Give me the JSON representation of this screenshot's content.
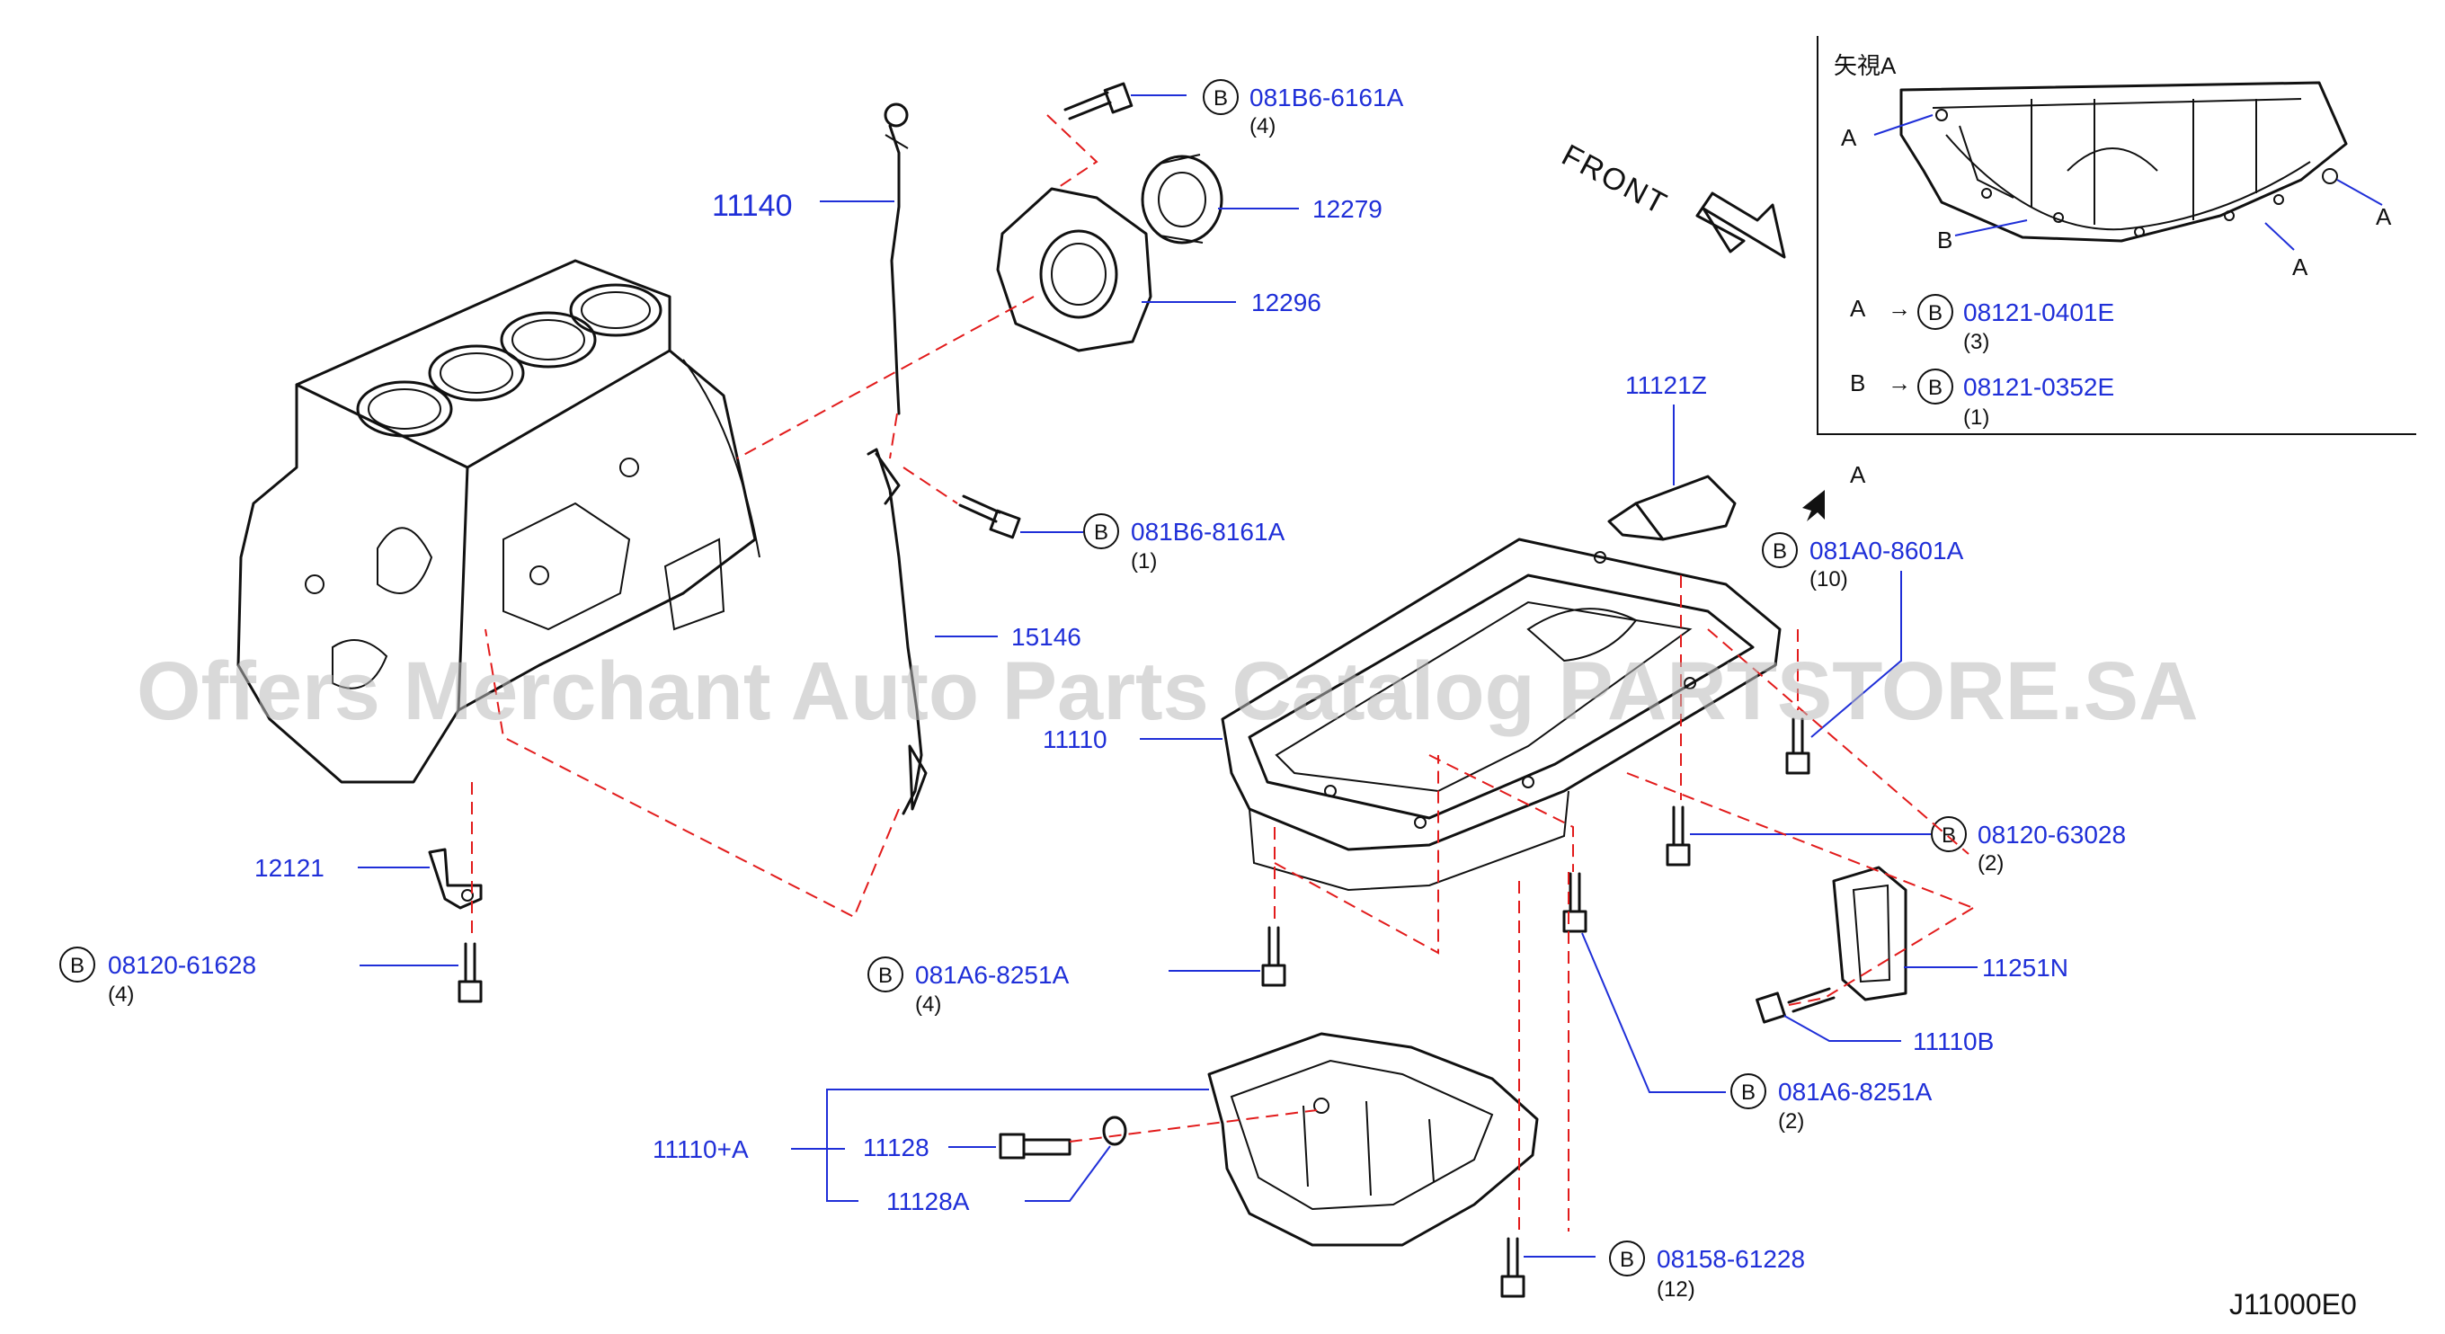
{
  "parts": {
    "p11140": "11140",
    "p12279": "12279",
    "p12296": "12296",
    "p15146": "15146",
    "p11121Z": "11121Z",
    "p11110": "11110",
    "p12121": "12121",
    "p11251N": "11251N",
    "p11110B": "11110B",
    "p11110A": "11110+A",
    "p11128": "11128",
    "p11128A": "11128A"
  },
  "bolts": [
    {
      "id": "b1",
      "letter": "B",
      "pn": "081B6-6161A",
      "qty": "(4)"
    },
    {
      "id": "b2",
      "letter": "B",
      "pn": "081B6-8161A",
      "qty": "(1)"
    },
    {
      "id": "b3",
      "letter": "B",
      "pn": "081A0-8601A",
      "qty": "(10)"
    },
    {
      "id": "b4",
      "letter": "B",
      "pn": "08120-63028",
      "qty": "(2)"
    },
    {
      "id": "b5",
      "letter": "B",
      "pn": "08120-61628",
      "qty": "(4)"
    },
    {
      "id": "b6",
      "letter": "B",
      "pn": "081A6-8251A",
      "qty": "(4)"
    },
    {
      "id": "b7",
      "letter": "B",
      "pn": "081A6-8251A",
      "qty": "(2)"
    },
    {
      "id": "b8",
      "letter": "B",
      "pn": "08158-61228",
      "qty": "(12)"
    }
  ],
  "inset": {
    "title": "矢視A",
    "labels": {
      "a1": "A",
      "a2": "A",
      "a3": "A",
      "b": "B"
    },
    "rows": [
      {
        "key": "A",
        "arrow": "→",
        "letter": "B",
        "pn": "08121-0401E",
        "qty": "(3)"
      },
      {
        "key": "B",
        "arrow": "→",
        "letter": "B",
        "pn": "08121-0352E",
        "qty": "(1)"
      }
    ]
  },
  "front_label": "FRONT",
  "view_arrow_label": "A",
  "watermark": "Offers Merchant Auto Parts Catalog PARTSTORE.SA",
  "diagram_code": "J11000E0"
}
